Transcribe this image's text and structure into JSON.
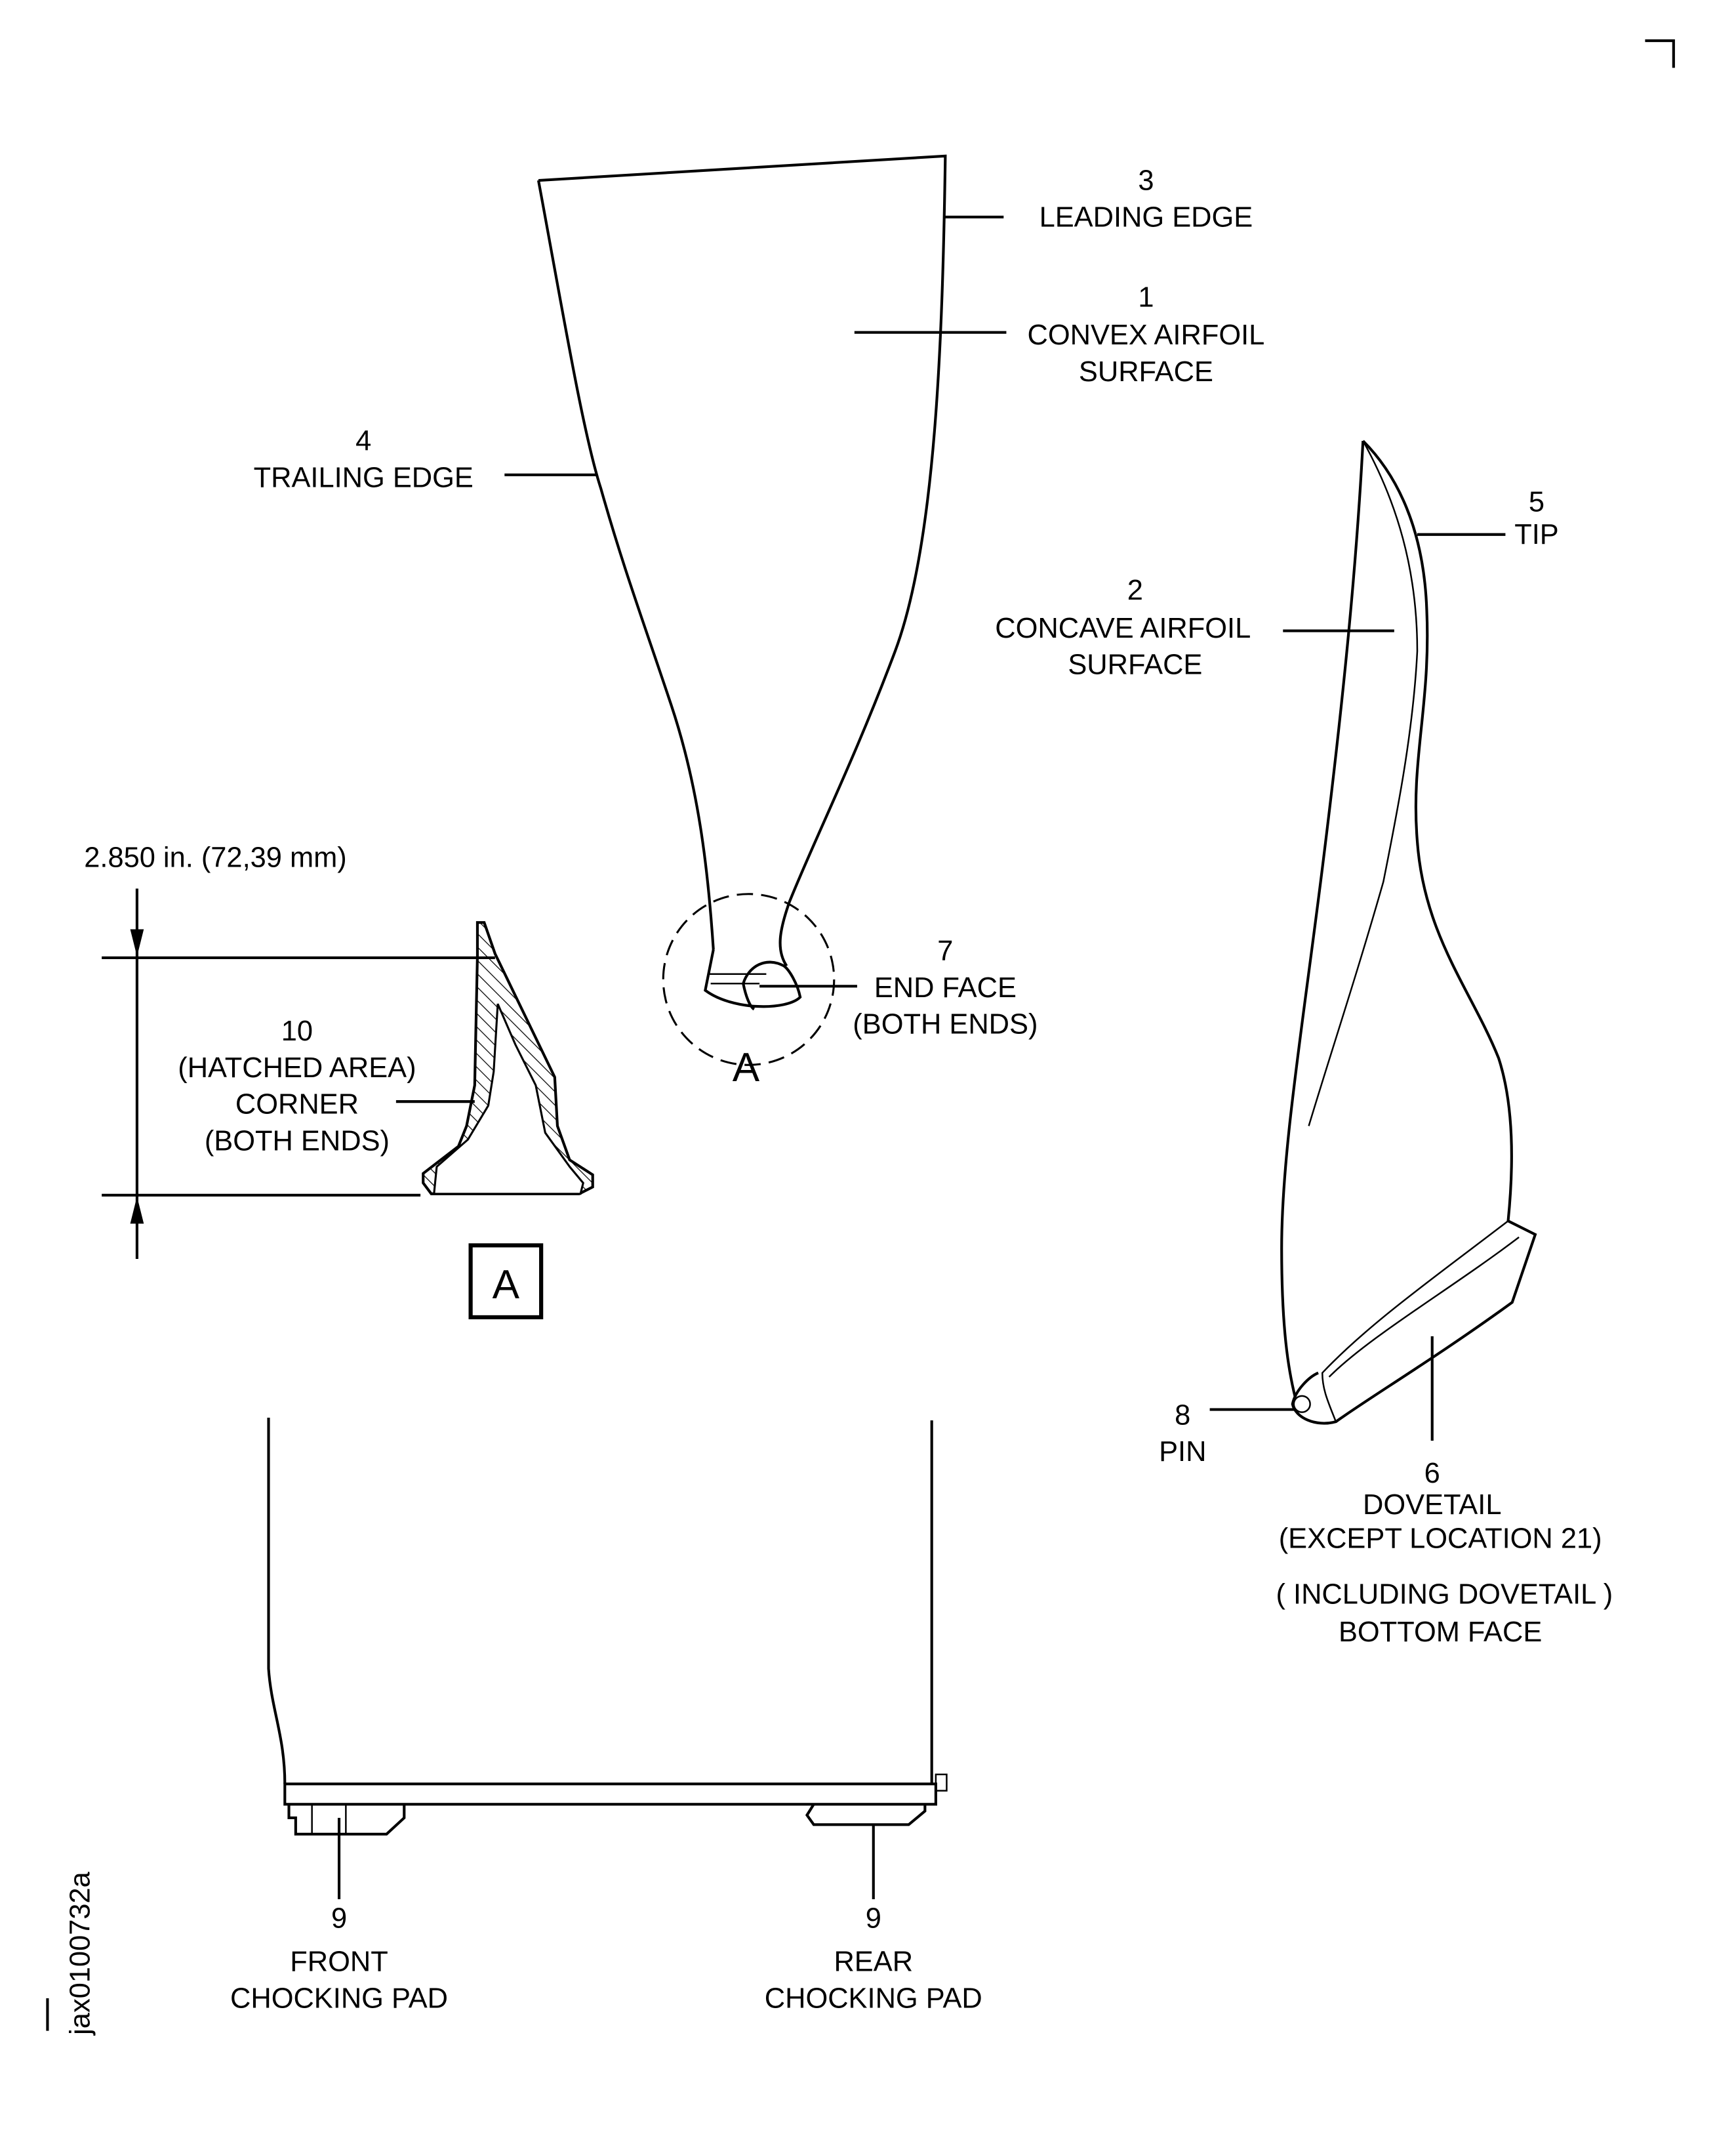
{
  "figure_id": "jax0100732a",
  "labels": {
    "leading_edge": {
      "num": "3",
      "text": "LEADING  EDGE"
    },
    "convex": {
      "num": "1",
      "line1": "CONVEX  AIRFOIL",
      "line2": "SURFACE"
    },
    "trailing_edge": {
      "num": "4",
      "text": "TRAILING  EDGE"
    },
    "tip": {
      "num": "5",
      "text": "TIP"
    },
    "concave": {
      "num": "2",
      "line1": "CONCAVE  AIRFOIL",
      "line2": "SURFACE"
    },
    "end_face": {
      "num": "7",
      "line1": "END  FACE",
      "line2": "(BOTH  ENDS)"
    },
    "detail_callout": "A",
    "dimension": "2.850 in. (72,39  mm)",
    "corner": {
      "num": "10",
      "line1": "(HATCHED  AREA)",
      "line2": "CORNER",
      "line3": "(BOTH  ENDS)"
    },
    "detail_box": "A",
    "pin": {
      "num": "8",
      "text": "PIN"
    },
    "dovetail": {
      "num": "6",
      "line1": "DOVETAIL",
      "line2": "(EXCEPT LOCATION 21)",
      "line3": "( INCLUDING DOVETAIL )",
      "line4": "BOTTOM FACE"
    },
    "front_pad": {
      "num": "9",
      "line1": "FRONT",
      "line2": "CHOCKING  PAD"
    },
    "rear_pad": {
      "num": "9",
      "line1": "REAR",
      "line2": "CHOCKING  PAD"
    }
  }
}
